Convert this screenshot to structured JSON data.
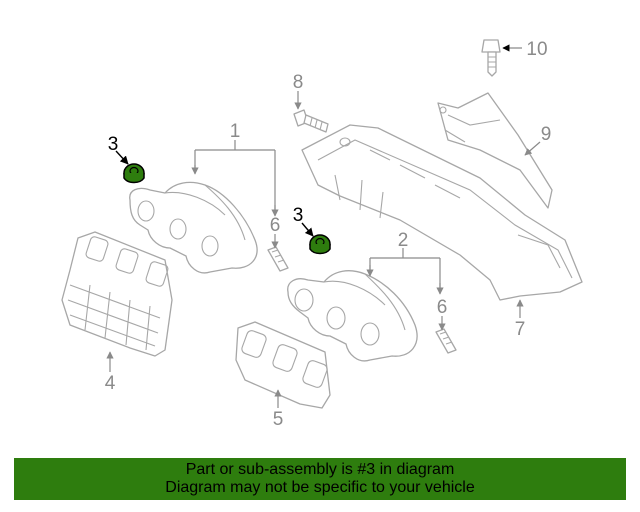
{
  "callouts": {
    "c1": "1",
    "c2": "2",
    "c3a": "3",
    "c3b": "3",
    "c4": "4",
    "c5": "5",
    "c6a": "6",
    "c6b": "6",
    "c7": "7",
    "c8": "8",
    "c9": "9",
    "c10": "10"
  },
  "banner": {
    "line1": "Part or sub-assembly is #3 in diagram",
    "line2": "Diagram may not be specific to your vehicle"
  },
  "colors": {
    "banner_background": "#2e7d0e",
    "highlight_part": "#2e7d0e",
    "line_art": "#a7a7a7"
  }
}
